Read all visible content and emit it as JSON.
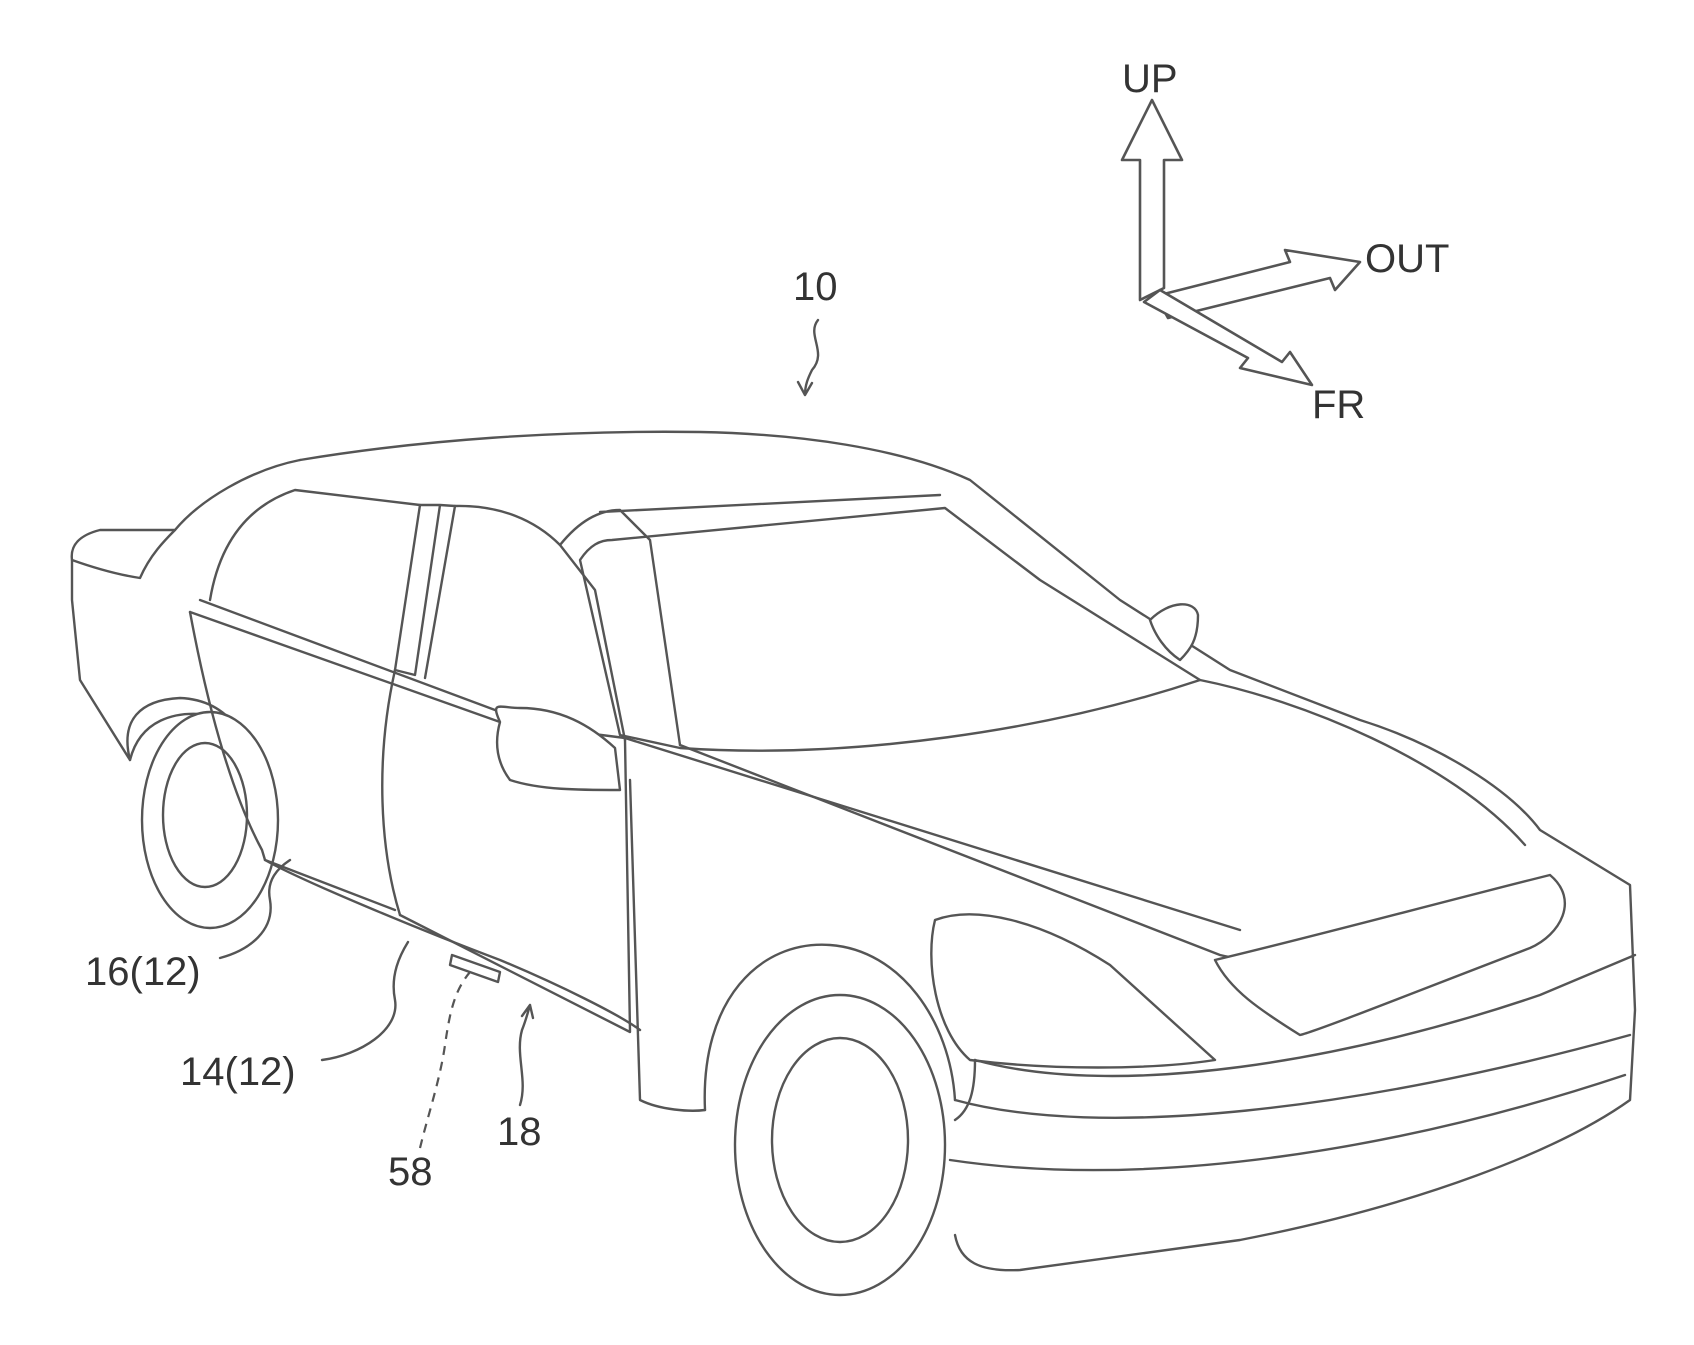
{
  "figure": {
    "labels": {
      "vehicle": "10",
      "rear_door": "16(12)",
      "front_door": "14(12)",
      "rocker": "18",
      "dashed_part": "58"
    },
    "directions": {
      "up": "UP",
      "out": "OUT",
      "front": "FR"
    },
    "colors": {
      "line": "#555555",
      "text": "#333333",
      "background": "#ffffff"
    }
  }
}
